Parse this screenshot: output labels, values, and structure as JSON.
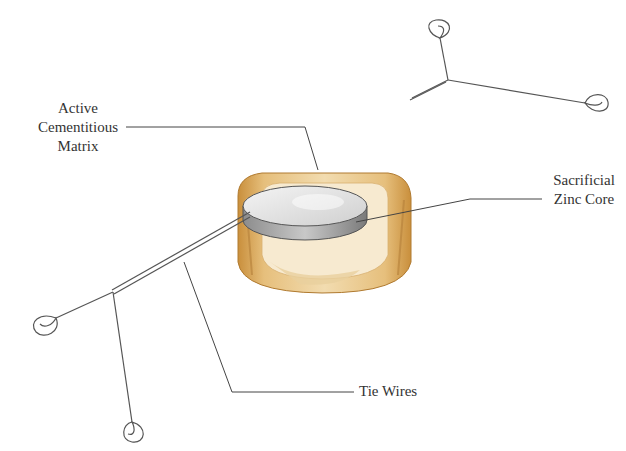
{
  "diagram": {
    "labels": [
      "Active Cementitious Matrix",
      "Sacrificial Zinc Core",
      "Tie Wires"
    ]
  }
}
